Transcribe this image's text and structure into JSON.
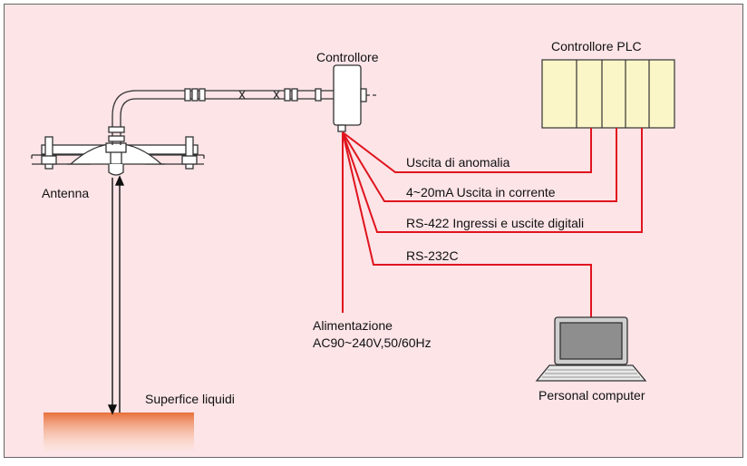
{
  "colors": {
    "background": "#fce4e7",
    "signal_line": "#e0141e",
    "plc_fill": "#fbf6c8",
    "liquid_top": "#e8703a",
    "liquid_bottom": "#fde3d2"
  },
  "labels": {
    "controller": "Controllore",
    "plc": "Controllore PLC",
    "antenna": "Antenna",
    "liquid_surface": "Superfice liquidi",
    "anomaly_output": "Uscita di anomalia",
    "current_output": "4~20mA Uscita in corrente",
    "digital_io": "RS-422 Ingressi e uscite digitali",
    "serial": "RS-232C",
    "power_title": "Alimentazione",
    "power_spec": "AC90~240V,50/60Hz",
    "computer": "Personal computer"
  },
  "icons": {
    "antenna": "antenna-icon",
    "controller": "controller-box-icon",
    "plc": "plc-rack-icon",
    "laptop": "laptop-icon"
  }
}
